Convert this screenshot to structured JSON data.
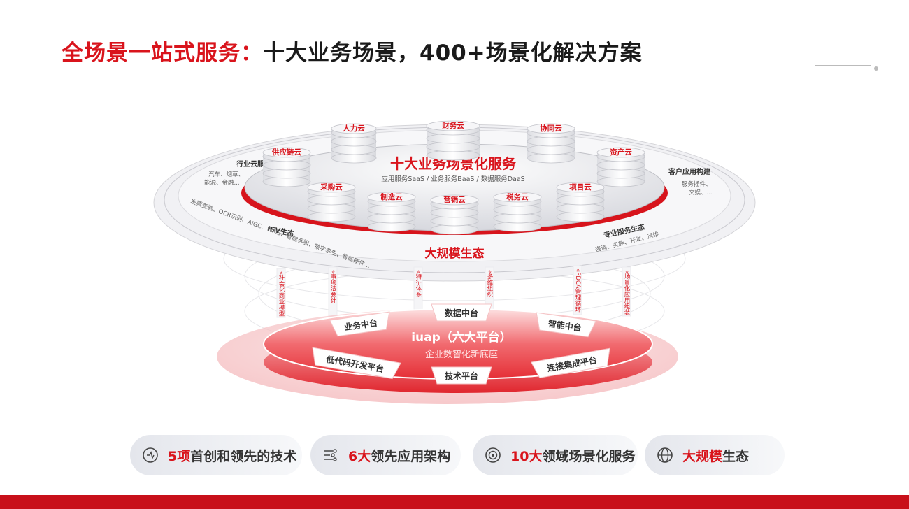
{
  "title": {
    "accent": "全场景一站式服务：",
    "main": "十大业务场景，400+场景化解决方案"
  },
  "center": {
    "title": "十大业务场景化服务",
    "subtitle": "应用服务SaaS / 业务服务BaaS / 数据服务DaaS"
  },
  "clouds": [
    "人力云",
    "财务云",
    "协同云",
    "供应链云",
    "资产云",
    "采购云",
    "制造云",
    "营销云",
    "税务云",
    "项目云"
  ],
  "outer": {
    "industry": {
      "title": "行业云服务",
      "line1": "汽车、烟草、",
      "line2": "能源、金融..."
    },
    "customer": {
      "title": "客户应用构建",
      "line1": "服务插件、",
      "line2": "文娱、..."
    },
    "isv": {
      "title": "ISV生态",
      "items": "发票查验、OCR识别、AIGC、WMS、智能客服、数字孪生、智能硬件..."
    },
    "pro": {
      "title": "专业服务生态",
      "items": "咨询、实施、开发、运维"
    },
    "eco_label": "大规模生态"
  },
  "pillars": [
    "社会化商业模型",
    "事项法会计",
    "特征体系",
    "多维组织",
    "PDCA管理循环",
    "场景化应用组装"
  ],
  "platform": {
    "title": "iuap（六大平台）",
    "subtitle": "企业数智化新底座",
    "items": [
      "数据中台",
      "智能中台",
      "连接集成平台",
      "技术平台",
      "低代码开发平台",
      "业务中台"
    ]
  },
  "pills": [
    {
      "highlight": "5项",
      "text": "首创和领先的技术",
      "icon": "circuit-icon"
    },
    {
      "highlight": "6大",
      "text": "领先应用架构",
      "icon": "architecture-icon"
    },
    {
      "highlight": "10大",
      "text": "领域场景化服务",
      "icon": "target-icon"
    },
    {
      "highlight": "大规模",
      "text": "生态",
      "icon": "globe-icon"
    }
  ],
  "colors": {
    "brand_red": "#d9141c",
    "dark_red": "#c8101a",
    "text_dark": "#1a1a1a",
    "text_gray": "#555555"
  }
}
